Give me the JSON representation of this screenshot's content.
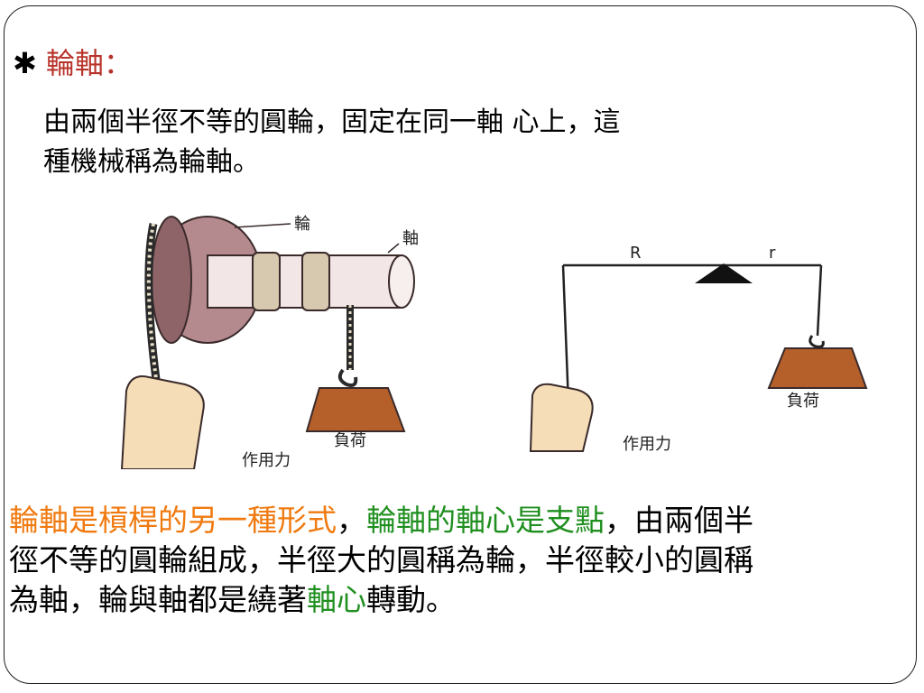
{
  "title": {
    "bullet": "✱",
    "word": "輪軸",
    "colon": "："
  },
  "intro": {
    "line1": "由兩個半徑不等的圓輪，固定在同一軸 心上，這",
    "line2": "種機械稱為輪軸。"
  },
  "figure_left": {
    "label_wheel": "輪",
    "label_axle": "軸",
    "label_load": "負荷",
    "label_force": "作用力"
  },
  "figure_right": {
    "label_R": "R",
    "label_r": "r",
    "label_load": "負荷",
    "label_force": "作用力"
  },
  "paragraph": {
    "seg1": "輪軸是槓桿的另一種形式",
    "seg2": "，",
    "seg3": "輪軸的軸心是支點",
    "seg4": "，由兩個半",
    "line2": "徑不等的圓輪組成，半徑大的圓稱為輪，半徑較小的圓稱",
    "line3a": "為軸，輪與軸都是繞著",
    "line3b": "軸心",
    "line3c": "轉動。"
  },
  "colors": {
    "title": "#b8342b",
    "highlight_orange": "#f07a10",
    "highlight_green": "#1f8f1f",
    "load_brown": "#b5602a",
    "wheel_mauve": "#b58a8f"
  }
}
